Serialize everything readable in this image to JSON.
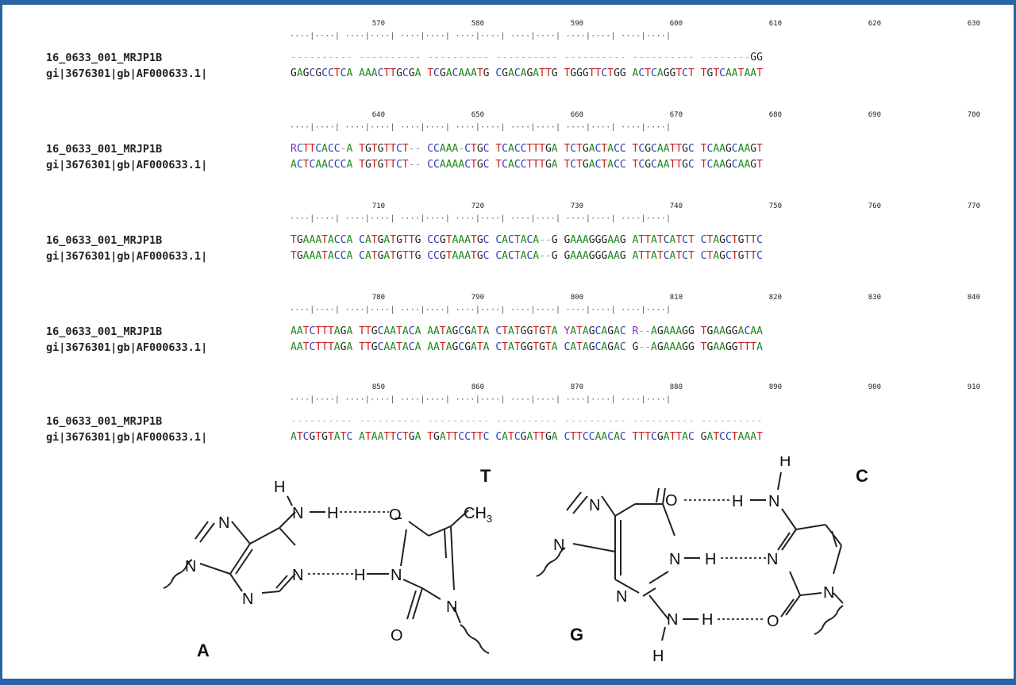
{
  "alignment": {
    "names": [
      "16_0633_001_MRJP1B",
      "gi|3676301|gb|AF000633.1|"
    ],
    "ruler_ticks": "····|····| ····|····| ····|····| ····|····| ····|····| ····|····| ····|····|",
    "blocks": [
      {
        "ruler_numbers": [
          "570",
          "580",
          "590",
          "600",
          "610",
          "620",
          "630"
        ],
        "row1": "---------- ---------- ---------- ---------- ---------- ---------- --------GG",
        "row2": "GAGCGCCTCA AAACTTGCGA TCGACAAATG CGACAGATTG TGGGTTCTGG ACTCAGGTCT TGTCAATAAT"
      },
      {
        "ruler_numbers": [
          "640",
          "650",
          "660",
          "670",
          "680",
          "690",
          "700"
        ],
        "row1": "RCTTCACC-A TGTGTTCT-- CCAAA-CTGC TCACCTTTGA TCTGACTACC TCGCAATTGC TCAAGCAAGT",
        "row2": "ACTCAACCCA TGTGTTCT-- CCAAAACTGC TCACCTTTGA TCTGACTACC TCGCAATTGC TCAAGCAAGT"
      },
      {
        "ruler_numbers": [
          "710",
          "720",
          "730",
          "740",
          "750",
          "760",
          "770"
        ],
        "row1": "TGAAATACCA CATGATGTTG CCGTAAATGC CACTACA--G GAAAGGGAAG ATTATCATCT CTAGCTGTTC",
        "row2": "TGAAATACCA CATGATGTTG CCGTAAATGC CACTACA--G GAAAGGGAAG ATTATCATCT CTAGCTGTTC"
      },
      {
        "ruler_numbers": [
          "780",
          "790",
          "800",
          "810",
          "820",
          "830",
          "840"
        ],
        "row1": "AATCTTTAGA TTGCAATACA AATAGCGATA CTATGGTGTA YATAGCAGAC R--AGAAAGG TGAAGGACAA",
        "row2": "AATCTTTAGA TTGCAATACA AATAGCGATA CTATGGTGTA CATAGCAGAC G--AGAAAGG TGAAGGTTTA"
      },
      {
        "ruler_numbers": [
          "850",
          "860",
          "870",
          "880",
          "890",
          "900",
          "910"
        ],
        "row1": "---------- ---------- ---------- ---------- ---------- ---------- ----------",
        "row2": "ATCGTGTATC ATAATTCTGA TGATTCCTTC CATCGATTGA CTTCCAACAC TTTCGATTAC GATCCTAAAT"
      }
    ]
  },
  "chemistry": {
    "labels": {
      "A": "A",
      "T": "T",
      "G": "G",
      "C": "C"
    },
    "atoms": {
      "N": "N",
      "H": "H",
      "O": "O",
      "CH3": "CH",
      "CH3_sub": "3"
    }
  },
  "colors": {
    "frame": "#2a63a4",
    "base_A": "#1e8a1e",
    "base_C": "#2b3bb5",
    "base_G": "#222222",
    "base_T": "#c82020",
    "base_ambiguous": "#8a2bb5"
  }
}
